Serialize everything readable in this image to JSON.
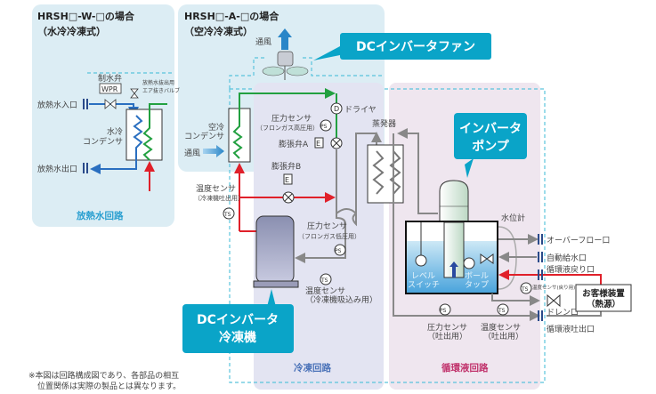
{
  "water_cooled": {
    "title": "HRSH□-W-□の場合",
    "subtitle": "（水冷冷凍式）",
    "inlet": "放熱水入口",
    "outlet": "放熱水出口",
    "control_valve": "制水弁",
    "wpr": "WPR",
    "air_vent_valve_1": "放熱水抜出用",
    "air_vent_valve_2": "エア抜きバルブ",
    "condenser_1": "水冷",
    "condenser_2": "コンデンサ",
    "circuit": "放熱水回路"
  },
  "air_cooled": {
    "title": "HRSH□-A-□の場合",
    "subtitle": "（空冷冷凍式）",
    "airflow_top": "通風",
    "airflow_side": "通風",
    "condenser_1": "空冷",
    "condenser_2": "コンデンサ"
  },
  "callouts": {
    "fan": "DCインバータファン",
    "pump_1": "インバータ",
    "pump_2": "ポンプ",
    "compressor_1": "DCインバータ",
    "compressor_2": "冷凍機"
  },
  "refrigeration": {
    "dryer_symbol": "D",
    "dryer": "ドライヤ",
    "ps_high_1": "圧力センサ",
    "ps_high_2": "（フロンガス高圧用）",
    "ps_symbol": "PS",
    "exp_a": "膨張弁A",
    "exp_b": "膨張弁B",
    "e_symbol": "E",
    "evaporator": "蒸発器",
    "ts_discharge_1": "温度センサ",
    "ts_discharge_2": "（冷凍機吐出用）",
    "ts_symbol": "TS",
    "ps_low_1": "圧力センサ",
    "ps_low_2": "（フロンガス低圧用）",
    "ts_suction_1": "温度センサ",
    "ts_suction_2": "（冷凍機吸込み用）",
    "circuit": "冷凍回路"
  },
  "circulation": {
    "level_gauge": "水位計",
    "level_switch_1": "レベル",
    "level_switch_2": "スイッチ",
    "ball_tap_1": "ボール",
    "ball_tap_2": "タップ",
    "overflow": "オーバーフロー口",
    "auto_supply": "自動給水口",
    "return": "循環液戻り口",
    "ts_return": "温度センサ(戻り用)",
    "drain": "ドレン口",
    "discharge": "循環液吐出口",
    "ps_out_1": "圧力センサ",
    "ps_out_2": "（吐出用）",
    "ts_out_1": "温度センサ",
    "ts_out_2": "（吐出用）",
    "customer_1": "お客様装置",
    "customer_2": "（熱源）",
    "circuit": "循環液回路"
  },
  "note": {
    "line1": "※本図は回路構成図であり、各部品の相互",
    "line2": "位置関係は実際の製品とは異なります。"
  },
  "colors": {
    "callout": "#0aa4c8",
    "water_line": "#2a6fc0",
    "refrigerant_hot": "#e0202a",
    "refrigerant_liquid": "#22a040",
    "refrigerant_low": "#8a8a8a"
  }
}
